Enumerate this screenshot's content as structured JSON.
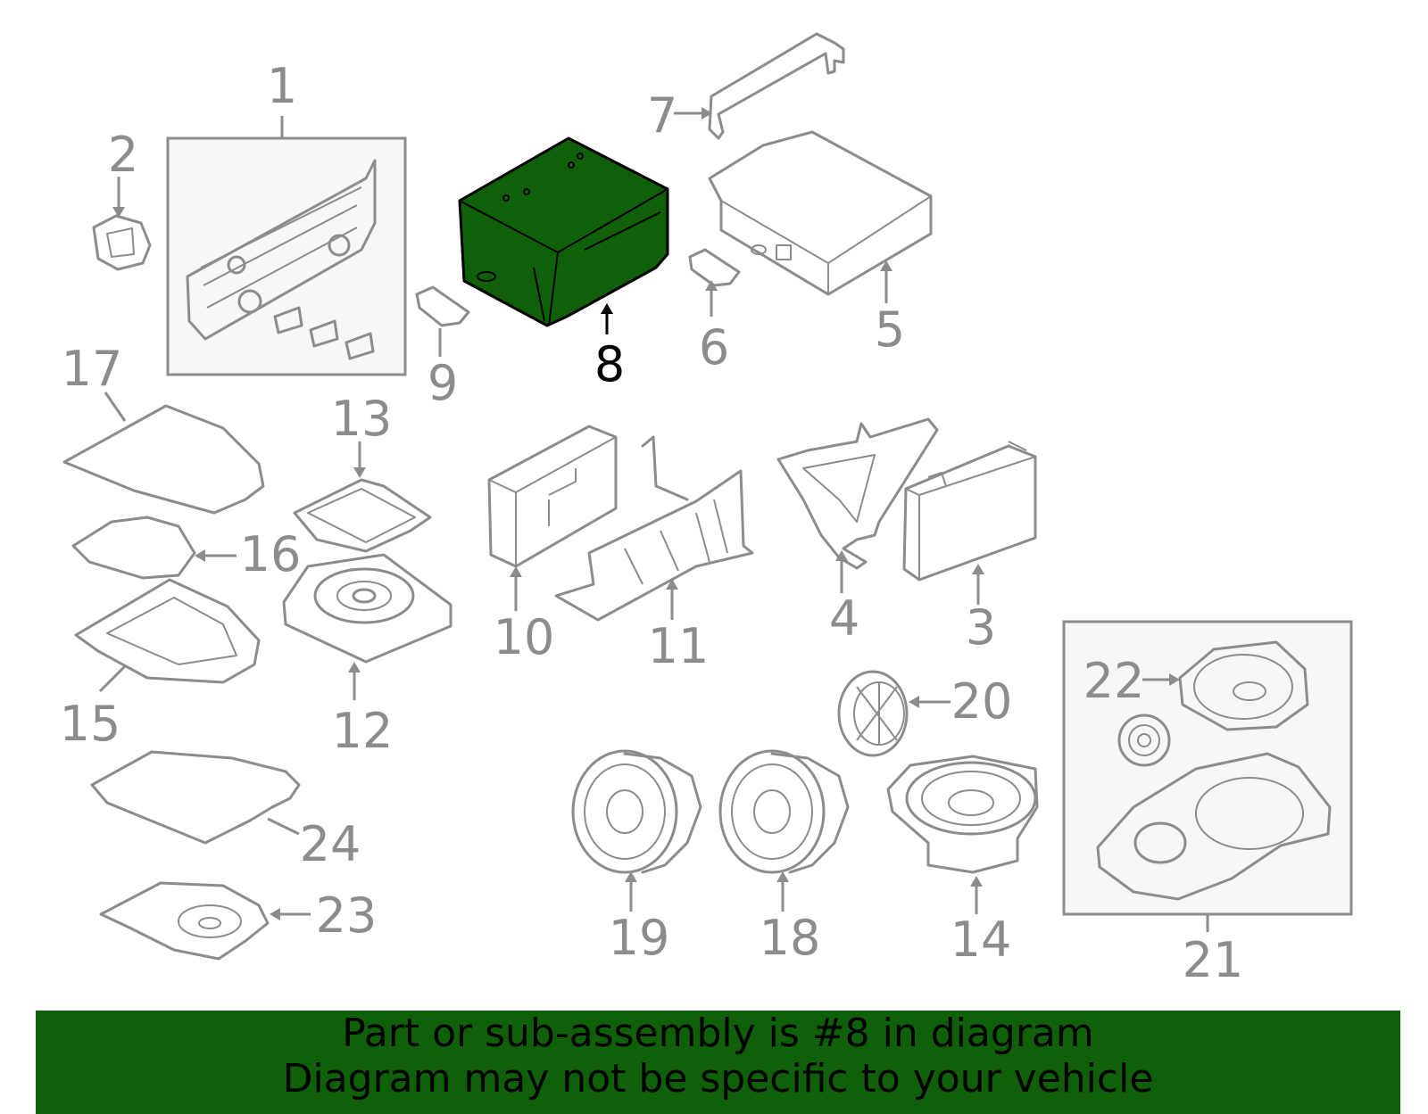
{
  "diagram": {
    "callouts": {
      "c1": "1",
      "c2": "2",
      "c3": "3",
      "c4": "4",
      "c5": "5",
      "c6": "6",
      "c7": "7",
      "c8": "8",
      "c9": "9",
      "c10": "10",
      "c11": "11",
      "c12": "12",
      "c13": "13",
      "c14": "14",
      "c15": "15",
      "c16": "16",
      "c17": "17",
      "c18": "18",
      "c19": "19",
      "c20": "20",
      "c21": "21",
      "c22": "22",
      "c23": "23",
      "c24": "24"
    },
    "selected_part": "8",
    "colors": {
      "highlight": "#10600a",
      "line_art": "#8c8c8c",
      "group_box_fill": "#f7f7f7",
      "banner_background": "#10600a"
    }
  },
  "banner": {
    "line1": "Part or sub-assembly is #8 in diagram",
    "line2": "Diagram may not be specific to your vehicle"
  }
}
